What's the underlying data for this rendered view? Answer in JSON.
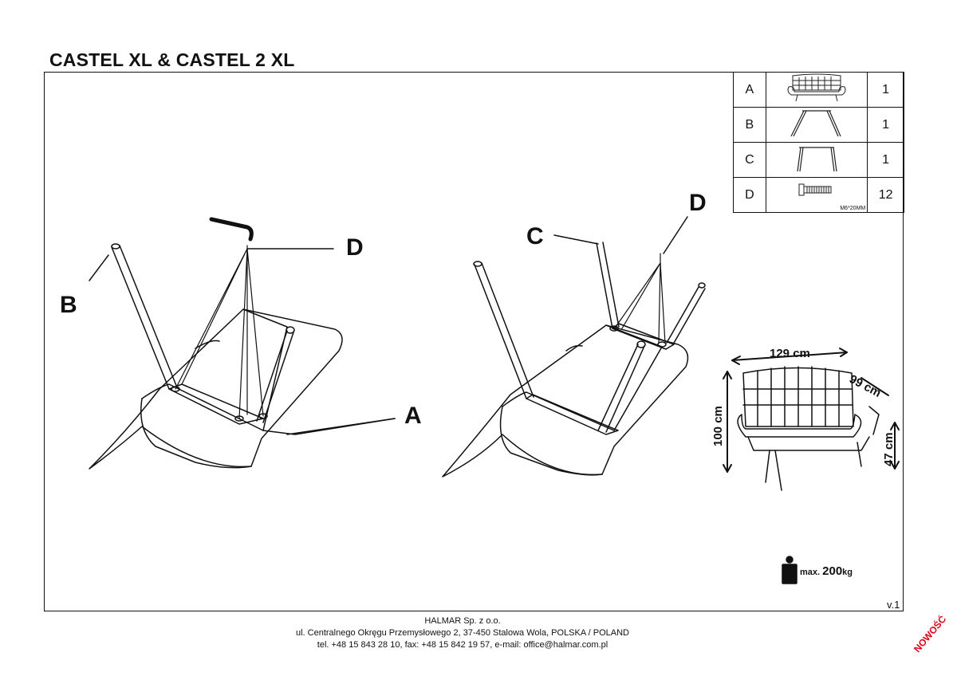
{
  "title": "CASTEL XL & CASTEL 2 XL",
  "parts_table": [
    {
      "letter": "A",
      "item": "loveseat-seat",
      "qty": "1"
    },
    {
      "letter": "B",
      "item": "rear-legs-frame",
      "qty": "1"
    },
    {
      "letter": "C",
      "item": "front-legs-frame",
      "qty": "1"
    },
    {
      "letter": "D",
      "item": "bolt",
      "qty": "12",
      "spec": "M6*20MM"
    }
  ],
  "callouts": {
    "step1": {
      "b": "B",
      "d": "D",
      "a": "A"
    },
    "step2": {
      "c": "C",
      "d": "D"
    }
  },
  "dimensions": {
    "width": "129 cm",
    "depth": "99 cm",
    "height": "100 cm",
    "seat_height": "47 cm"
  },
  "max_load": {
    "prefix": "max.",
    "value": "200",
    "unit": "kg"
  },
  "version": "v.1",
  "footer": {
    "company": "HALMAR Sp. z o.o.",
    "address": "ul. Centralnego Okręgu Przemysłowego 2, 37-450 Stalowa Wola, POLSKA / POLAND",
    "contact": "tel. +48 15 843 28 10, fax: +48 15 842 19 57, e-mail: office@halmar.com.pl"
  },
  "badge": "NOWOŚĆ"
}
